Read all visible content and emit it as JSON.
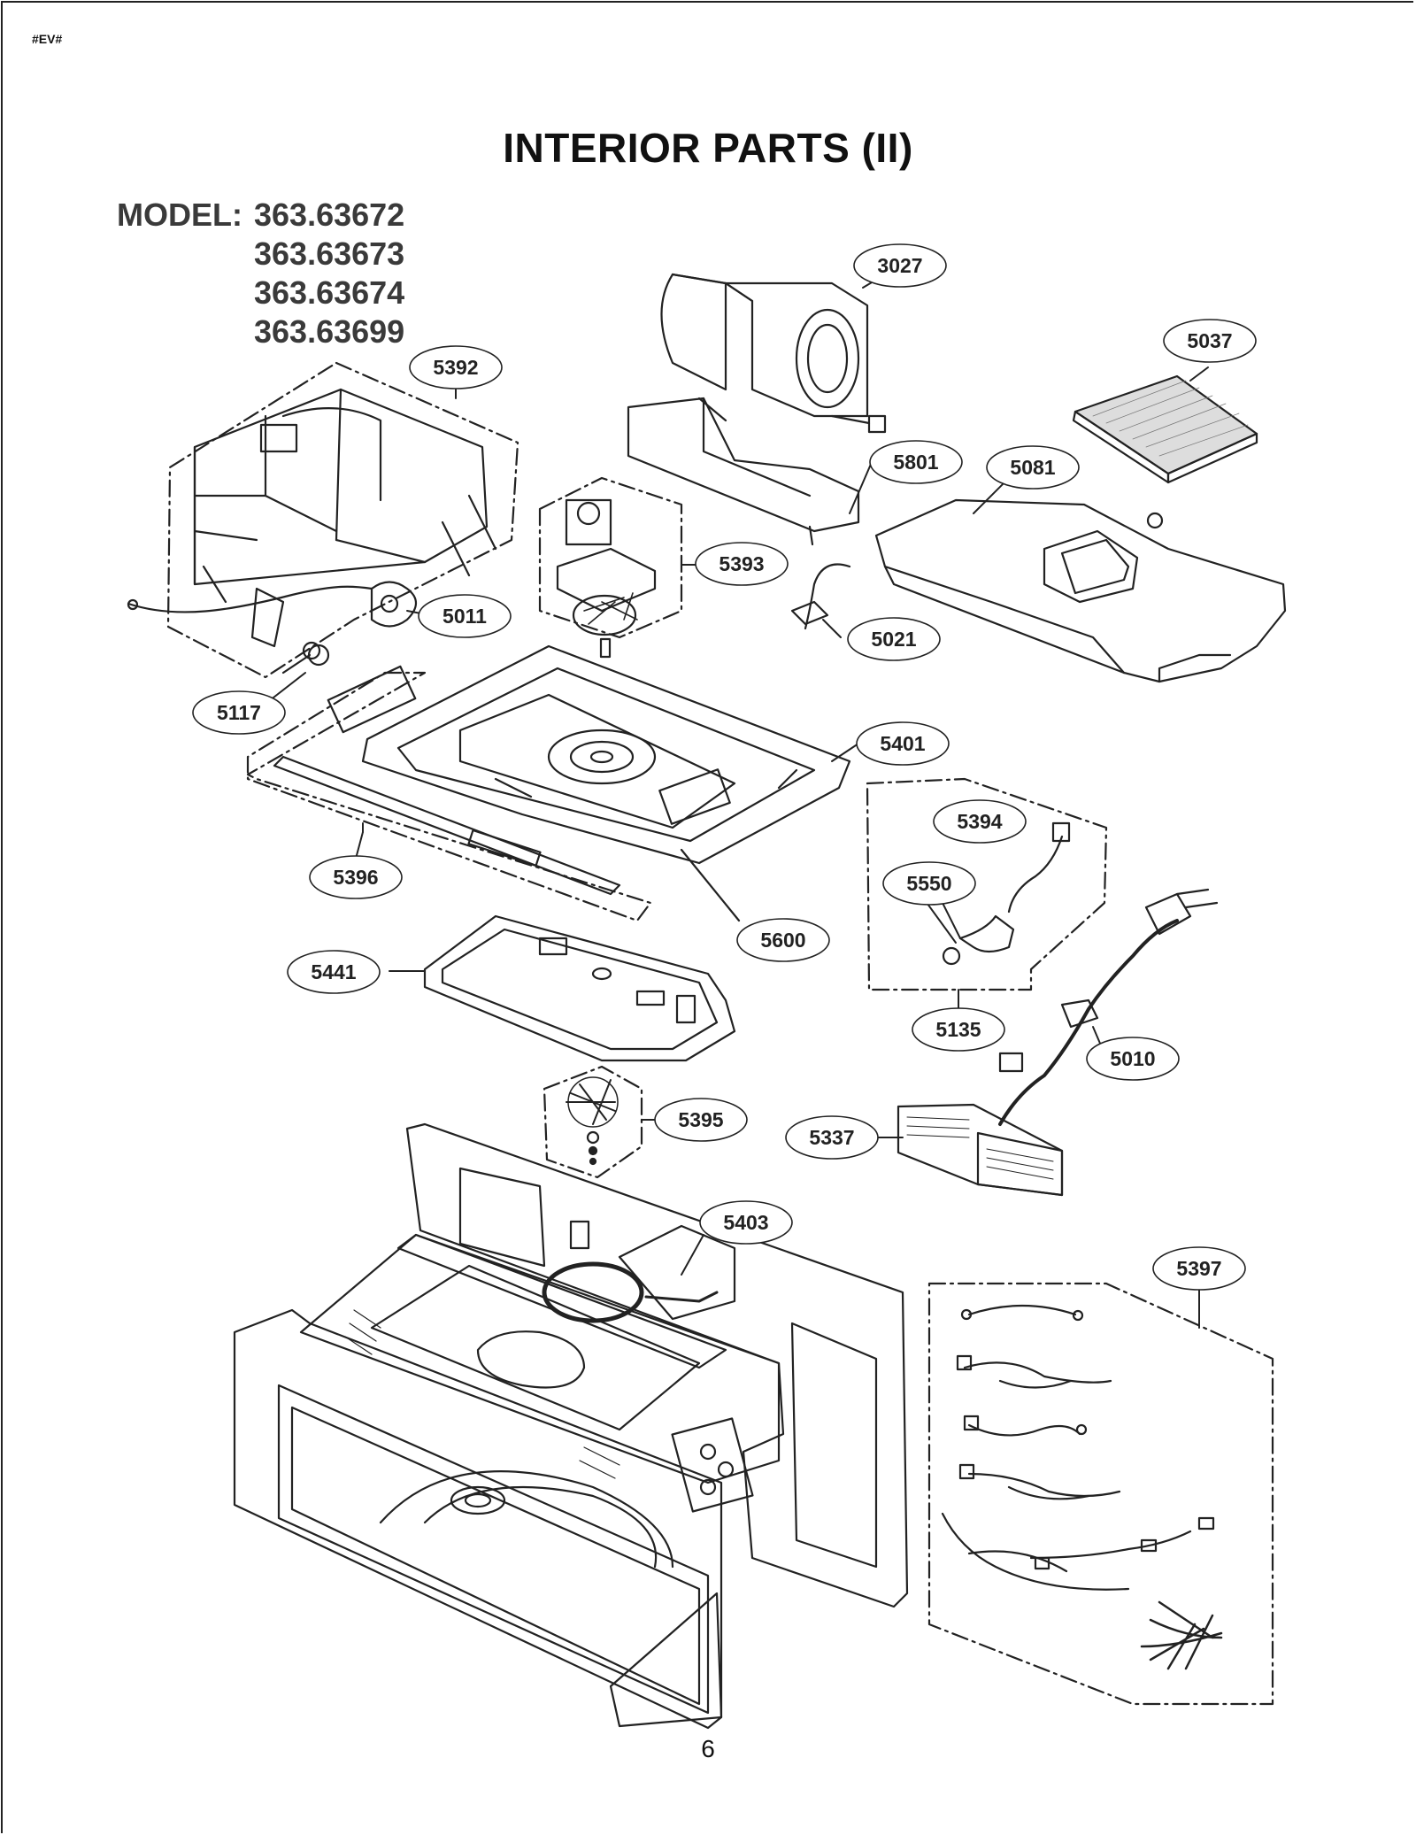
{
  "corner_code": "#EV#",
  "title": "INTERIOR PARTS (II)",
  "model": {
    "label": "MODEL:",
    "numbers": [
      "363.63672",
      "363.63673",
      "363.63674",
      "363.63699"
    ]
  },
  "callouts": [
    "3027",
    "5037",
    "5392",
    "5801",
    "5081",
    "5393",
    "5011",
    "5021",
    "5117",
    "5401",
    "5394",
    "5396",
    "5550",
    "5600",
    "5441",
    "5135",
    "5010",
    "5395",
    "5337",
    "5403",
    "5397"
  ],
  "page_number": "6"
}
